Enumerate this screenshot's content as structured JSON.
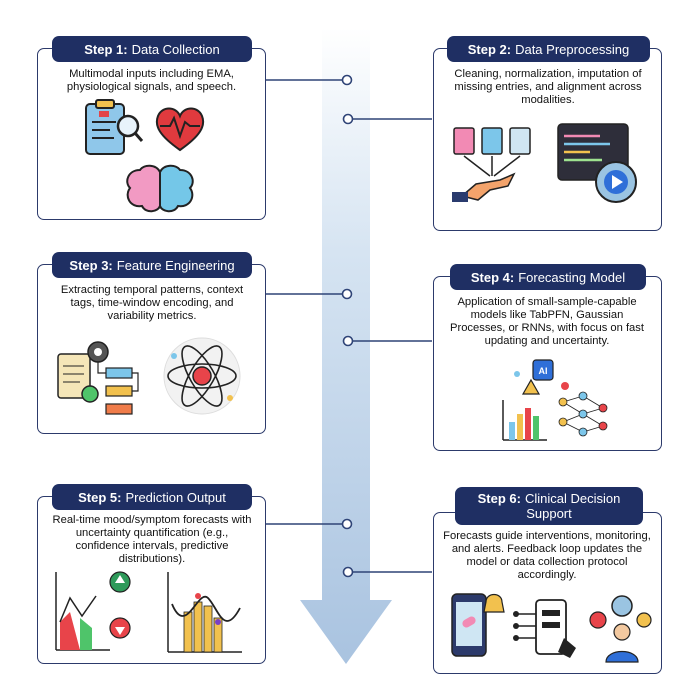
{
  "steps": [
    {
      "label": "Step 1:",
      "title": "Data Collection",
      "desc": "Multimodal inputs including EMA, physiological signals, and speech.",
      "icons": [
        "clipboard-magnifier-icon",
        "heart-pulse-icon",
        "brain-icon"
      ]
    },
    {
      "label": "Step 2:",
      "title": "Data Preprocessing",
      "desc": "Cleaning, normalization, imputation of missing entries, and alignment across modalities.",
      "icons": [
        "documents-hand-icon",
        "code-window-gear-icon"
      ]
    },
    {
      "label": "Step 3:",
      "title": "Feature Engineering",
      "desc": "Extracting temporal patterns, context tags, time-window encoding, and variability metrics.",
      "icons": [
        "document-flowchart-gear-icon",
        "atom-pencil-icon"
      ]
    },
    {
      "label": "Step 4:",
      "title": "Forecasting Model",
      "desc": "Application of small-sample-capable models like TabPFN, Gaussian Processes, or RNNs, with focus on fast updating and uncertainty.",
      "icons": [
        "ai-chip-icon",
        "bar-chart-icon",
        "neural-network-icon"
      ]
    },
    {
      "label": "Step 5:",
      "title": "Prediction Output",
      "desc": "Real-time mood/symptom forecasts with uncertainty quantification (e.g., confidence intervals, predictive distributions).",
      "icons": [
        "trend-up-down-icon",
        "distribution-chart-icon"
      ]
    },
    {
      "label": "Step 6:",
      "title": "Clinical Decision Support",
      "desc": "Forecasts guide interventions, monitoring, and alerts. Feedback loop updates the model or data collection protocol accordingly.",
      "icons": [
        "phone-alert-icon",
        "phone-circuit-icon",
        "clinician-feedback-icon"
      ]
    }
  ],
  "icon_labels": {
    "ai_chip": "AI"
  }
}
